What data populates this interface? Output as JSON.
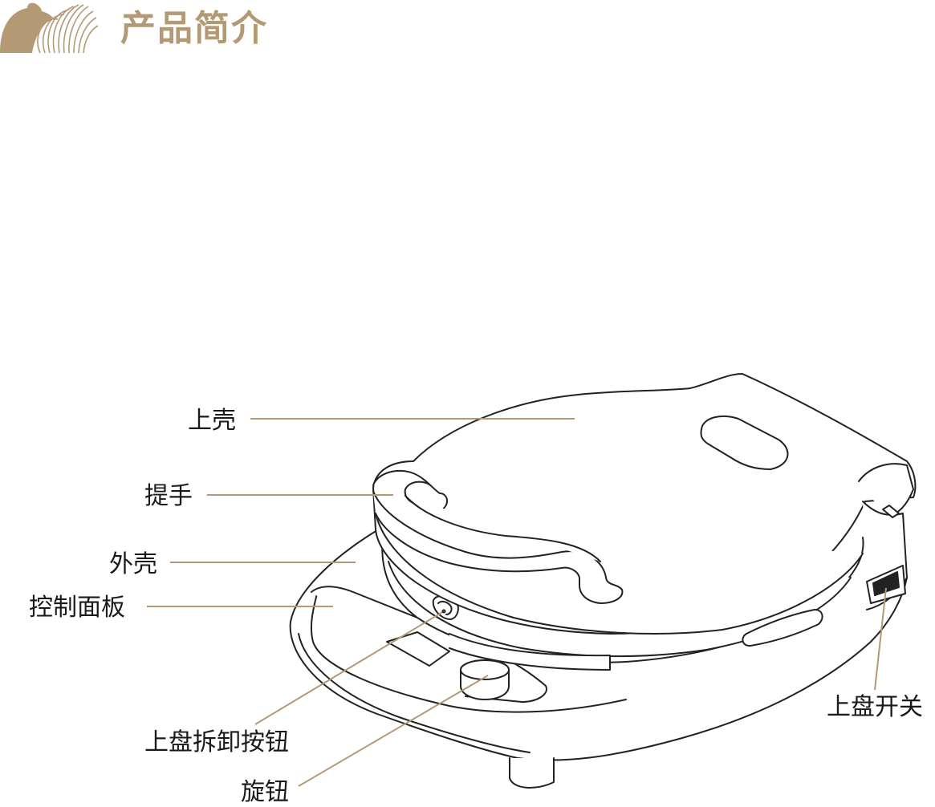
{
  "header": {
    "title": "产品简介",
    "accent_color": "#b39a74",
    "logo_icon": "bear-sound-wave-logo"
  },
  "diagram": {
    "subject": "electric-baking-pan",
    "line_color": "#222222",
    "leader_color": "#b39a74",
    "callouts": {
      "upper_shell": "上壳",
      "handle": "提手",
      "outer_shell": "外壳",
      "control_panel": "控制面板",
      "upper_plate_release_button": "上盘拆卸按钮",
      "knob": "旋钮",
      "upper_plate_switch": "上盘开关"
    }
  }
}
